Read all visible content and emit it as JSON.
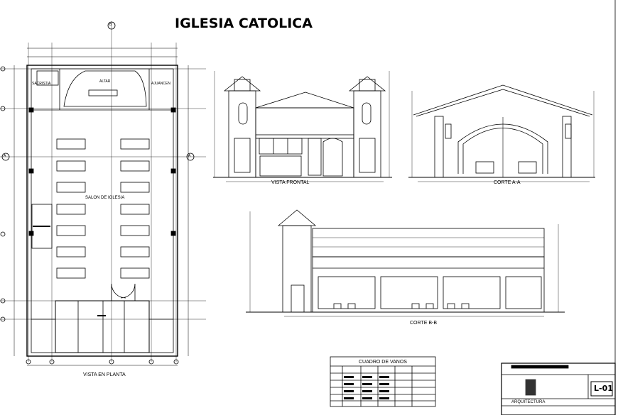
{
  "title": "IGLESIA CATOLICA",
  "views": {
    "plan": "VISTA EN PLANTA",
    "front": "VISTA FRONTAL",
    "section_a": "CORTE A-A",
    "section_b": "CORTE B-B"
  },
  "rooms": {
    "sacristia": "SACRISTIA",
    "altar": "ALTAR",
    "ajuancen": "AJUANCEN",
    "salon": "SALON DE IGLESIA"
  },
  "cuadro_title": "CUADRO DE VANOS",
  "sheet_number": "L-01",
  "discipline": "ARQUITECTURA",
  "axes": {
    "top": "B",
    "left": "A",
    "right": "A"
  }
}
